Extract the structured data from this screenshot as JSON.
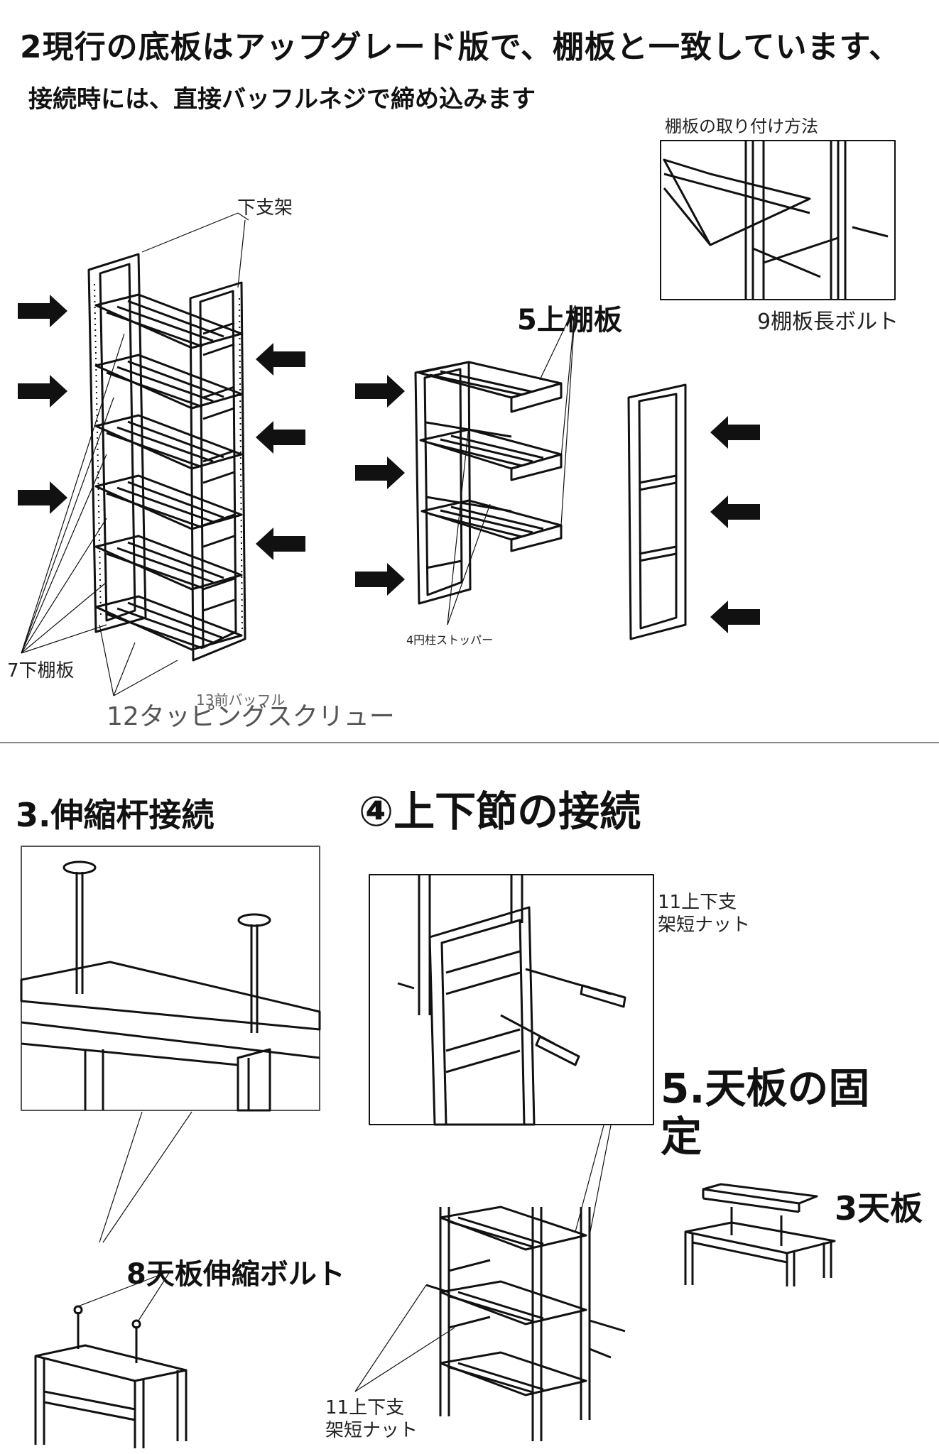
{
  "header": {
    "line1": "2現行の底板はアップグレード版で、棚板と一致しています、",
    "line2": "接続時には、直接バッフルネジで締め込みます"
  },
  "top_section": {
    "label_lower_frame": "下支架",
    "label_shelf_method": "棚板の取り付け方法",
    "label_shelf_bolt": "9棚板長ボルト",
    "label_upper_shelf": "5上棚板",
    "label_lower_shelf": "7下棚板",
    "label_front_baffle": "13前バッフル",
    "label_tapping_screw": "12タッピングスクリュー",
    "label_stopper": "4円柱ストッパー"
  },
  "bottom_section": {
    "step3_title": "3.伸縮杆接続",
    "step4_title": "④上下節の接続",
    "label_nut_top_line1": "11上下支",
    "label_nut_top_line2": "架短ナット",
    "step5_title_line1": "5.天板の固",
    "step5_title_line2": "定",
    "label_top_board": "3天板",
    "label_telescopic_bolt": "8天板伸縮ボルト",
    "label_nut_bottom_line1": "11上下支",
    "label_nut_bottom_line2": "架短ナット"
  },
  "colors": {
    "ink": "#111111",
    "divider": "#8a8a8a"
  }
}
